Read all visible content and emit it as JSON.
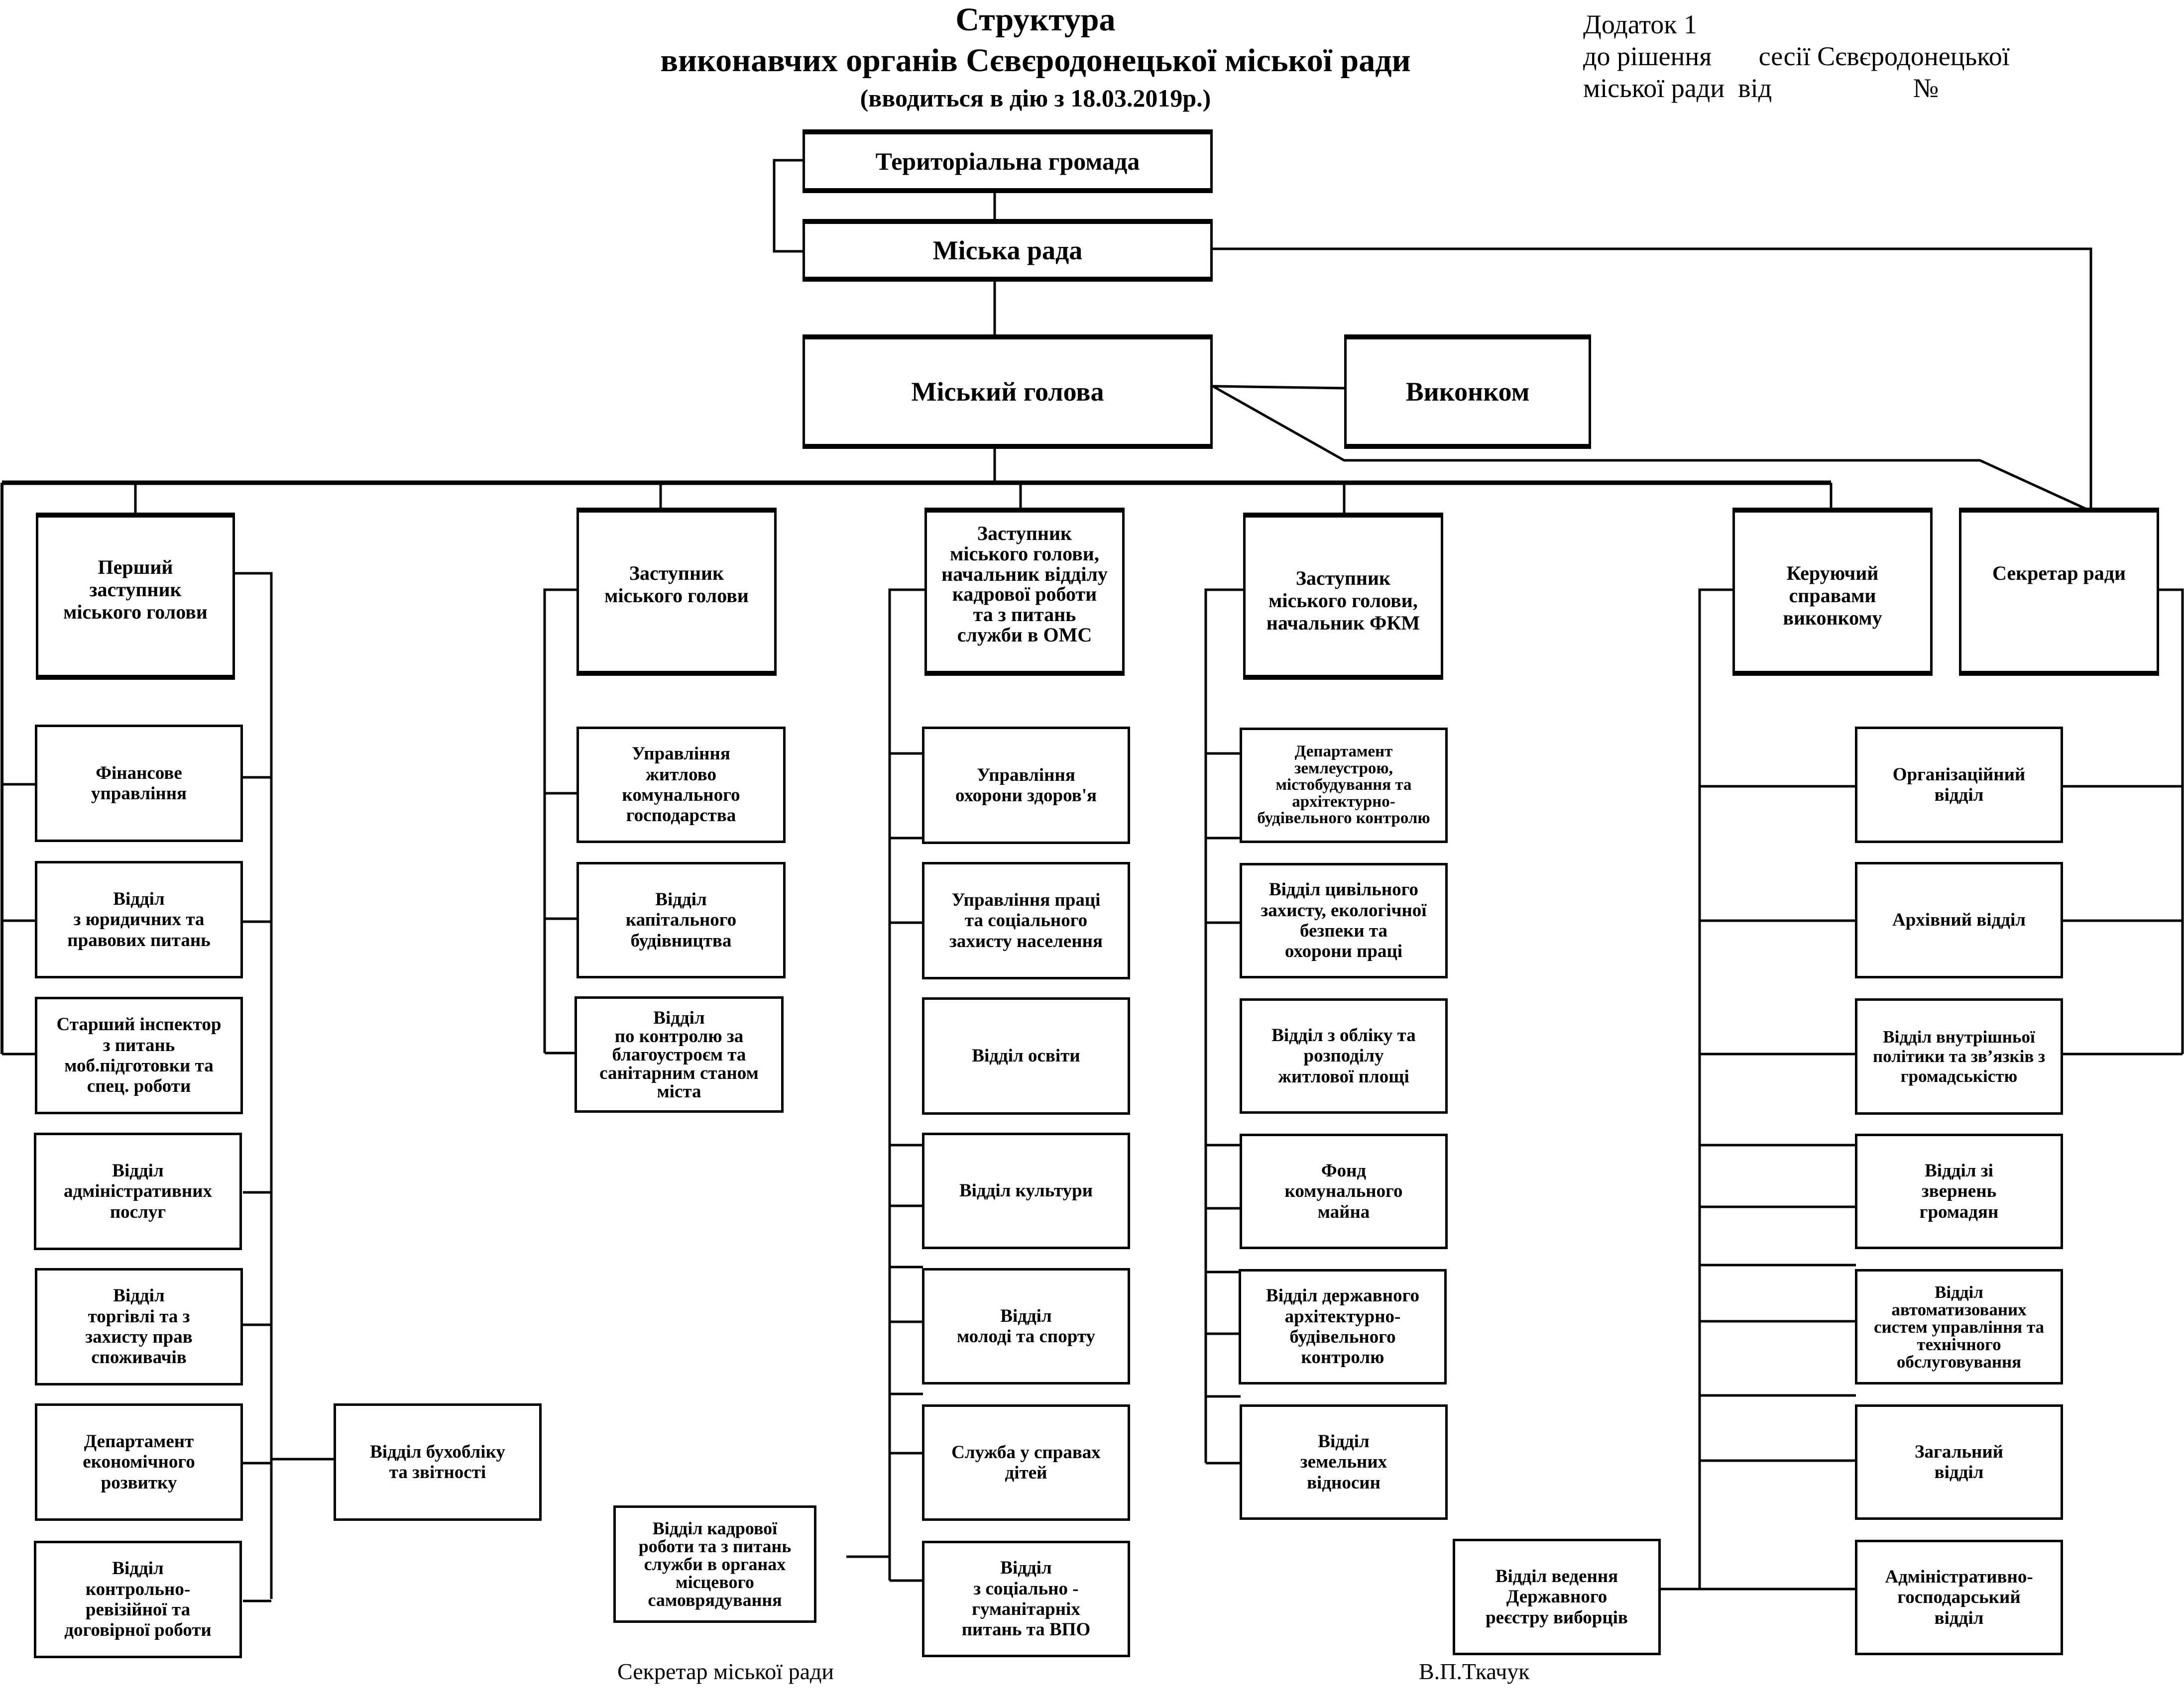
{
  "header": {
    "title_line1": "Структура",
    "title_line2": "виконавчих органів Сєвєродонецької міської ради",
    "title_line3": "(вводиться в дію з 18.03.2019р.)",
    "annex_line1": "Додаток 1",
    "annex_line2": "до рішення       сесії Сєвєродонецької",
    "annex_line3": "міської ради  від                     №"
  },
  "top": {
    "community": "Територіальна громада",
    "council": "Міська рада",
    "mayor": "Міський голова",
    "executive_committee": "Виконком"
  },
  "leaders": {
    "first_deputy": "Перший\nзаступник\nміського голови",
    "deputy": "Заступник\nміського голови",
    "deputy_hr": "Заступник\nміського голови,\nначальник відділу\nкадрової роботи\nта з питань\nслужби в ОМС",
    "deputy_fkm": "Заступник\nміського голови,\nначальник ФКМ",
    "exec_manager": "Керуючий\nсправами\nвиконкому",
    "council_secretary": "Секретар ради"
  },
  "col_first_deputy": [
    "Фінансове\nуправління",
    "Відділ\nз юридичних та\nправових питань",
    "Старший інспектор\nз питань\nмоб.підготовки та\nспец. роботи",
    "Відділ\nадміністративних\nпослуг",
    "Відділ\nторгівлі та з\nзахисту прав\nспоживачів",
    "Департамент\nекономічного\nрозвитку",
    "Відділ\nконтрольно-\nревізійної та\nдоговірної роботи"
  ],
  "accounting": "Відділ бухобліку\nта звітності",
  "col_deputy": [
    "Управління\nжитлово\nкомунального\nгосподарства",
    "Відділ\nкапітального\nбудівництва",
    "Відділ\nпо контролю за\nблагоустроєм та\nсанітарним станом\nміста"
  ],
  "col_deputy_hr": [
    "Управління\nохорони здоров'я",
    "Управління праці\nта соціального\nзахисту населення",
    "Відділ освіти",
    "Відділ культури",
    "Відділ\nмолоді  та спорту",
    "Служба у справах\nдітей",
    "Відділ\nз соціально -\nгуманітарніх\nпитань та ВПО"
  ],
  "hr_dept": "Відділ кадрової\nроботи та з питань\nслужби в органах\nмісцевого\nсамоврядування",
  "col_deputy_fkm": [
    "Департамент\nземлеустрою,\nмістобудування та\nархітектурно-\nбудівельного контролю",
    "Відділ цивільного\nзахисту, екологічної\nбезпеки та\nохорони праці",
    "Відділ з обліку та\nрозподілу\nжитлової площі",
    "Фонд\nкомунального\nмайна",
    "Відділ державного\nархітектурно-\nбудівельного\nконтролю",
    "Відділ\nземельних\nвідносин"
  ],
  "voters_registry": "Відділ ведення\nДержавного\nреєстру виборців",
  "col_exec_manager": [
    "Організаційний\nвідділ",
    "Архівний відділ",
    "Відділ внутрішньої\nполітики та зв’язків з\nгромадськістю",
    "Відділ зі\nзвернень\nгромадян",
    "Відділ\nавтоматизованих\nсистем управління та\nтехнічного\nобслуговування",
    "Загальний\nвідділ",
    "Адміністративно-\nгосподарський\nвідділ"
  ],
  "footer": {
    "signature_title": "Секретар міської ради",
    "signature_name": "В.П.Ткачук"
  }
}
